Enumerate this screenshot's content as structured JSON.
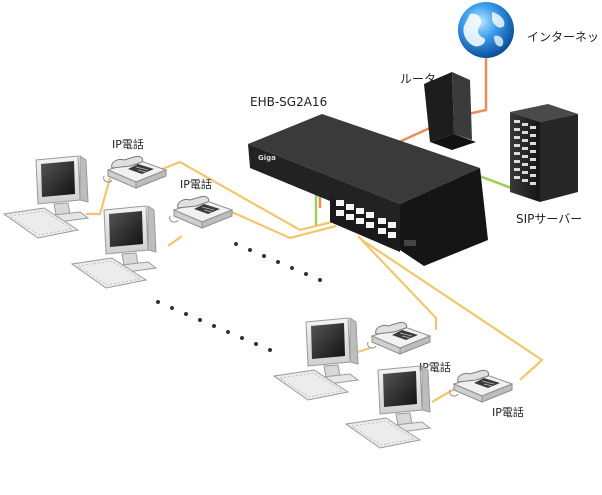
{
  "labels": {
    "internet": "インターネット",
    "router": "ルータ",
    "switch_model": "EHB-SG2A16",
    "switch_brand": "Giga",
    "sip_server": "SIPサーバー",
    "ip_phone_1": "IP電話",
    "ip_phone_2": "IP電話",
    "ip_phone_3": "IP電話",
    "ip_phone_4": "IP電話"
  },
  "colors": {
    "cable_phone": "#f2c66d",
    "cable_router": "#e88e5a",
    "cable_server": "#9bd15a",
    "switch_body": "#2e2e2e",
    "globe": "#1a7fd6"
  },
  "icons": {
    "internet": "globe-icon",
    "router": "router-icon",
    "switch": "network-switch-icon",
    "sip_server": "server-rack-icon",
    "ip_phone": "desk-phone-icon",
    "pc": "desktop-computer-icon"
  }
}
